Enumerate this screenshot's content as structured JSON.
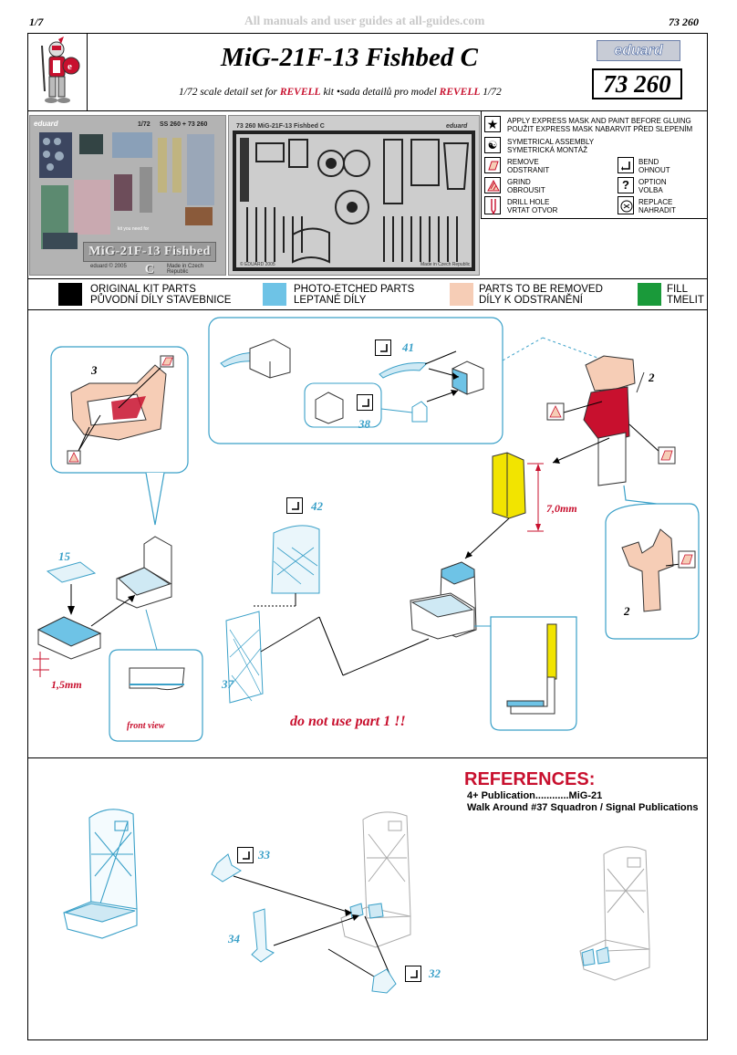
{
  "page": {
    "number": "1/7",
    "watermark": "All manuals and user guides at all-guides.com",
    "code_top": "73 260"
  },
  "header": {
    "title": "MiG-21F-13 Fishbed C",
    "subtitle_parts": [
      "1/72 scale detail set for ",
      "REVELL",
      " kit •sada detailů pro model ",
      "REVELL",
      " 1/72"
    ],
    "brand": "eduard",
    "code": "73 260"
  },
  "fret_left": {
    "label_scale": "1/72",
    "label_codes": "SS 260 + 73 260",
    "brand": "eduard",
    "name": "MiG-21F-13 Fishbed C",
    "copyright": "eduard © 2005",
    "made_in": "Made in Czech Republic",
    "kit_note": "kit you need for"
  },
  "fret_right": {
    "label": "73 260 MiG-21F-13 Fishbed C",
    "brand": "eduard",
    "copyright": "© EDUARD 2005",
    "made_in": "Made in Czech Republic"
  },
  "instructions": [
    {
      "icon": "star-icon",
      "lines": [
        "APPLY EXPRESS MASK AND PAINT BEFORE GLUING",
        "POUŽIT EXPRESS MASK NABARVIT PŘED SLEPENÍM"
      ]
    },
    {
      "icon": "yin-yang-icon",
      "lines": [
        "SYMETRICAL ASSEMBLY",
        "SYMETRICKÁ MONTÁŽ"
      ]
    },
    {
      "icon": "remove-icon",
      "lines": [
        "REMOVE",
        "ODSTRANIT"
      ]
    },
    {
      "icon": "bend-icon",
      "lines": [
        "BEND",
        "OHNOUT"
      ]
    },
    {
      "icon": "grind-icon",
      "lines": [
        "GRIND",
        "OBROUSIT"
      ]
    },
    {
      "icon": "option-icon",
      "lines": [
        "OPTION",
        "VOLBA"
      ]
    },
    {
      "icon": "drill-icon",
      "lines": [
        "DRILL HOLE",
        "VRTAT OTVOR"
      ]
    },
    {
      "icon": "replace-icon",
      "lines": [
        "REPLACE",
        "NAHRADIT"
      ]
    }
  ],
  "colour_legend": [
    {
      "color": "#000000",
      "lines": [
        "ORIGINAL KIT PARTS",
        "PŮVODNÍ DÍLY STAVEBNICE"
      ]
    },
    {
      "color": "#6ec3e6",
      "lines": [
        "PHOTO-ETCHED PARTS",
        "LEPTANÉ DÍLY"
      ]
    },
    {
      "color": "#f6cdb6",
      "lines": [
        "PARTS TO BE REMOVED",
        "DÍLY K ODSTRANĚNÍ"
      ]
    },
    {
      "color": "#1a9a3a",
      "lines": [
        "FILL",
        "TMELIT"
      ]
    }
  ],
  "step1": {
    "parts": {
      "p3": "3",
      "p2a": "2",
      "p2b": "2",
      "p41": "41",
      "p38": "38",
      "p42": "42",
      "p15": "15",
      "p37": "37"
    },
    "dim_height": "7,0mm",
    "dim_thickness": "1,5mm",
    "front_view": "front view",
    "warning": "do not use part 1 !!"
  },
  "references": {
    "title": "REFERENCES:",
    "lines": [
      "4+ Publication............MiG-21",
      "Walk Around #37 Squadron / Signal Publications"
    ]
  },
  "step2": {
    "parts": {
      "p33": "33",
      "p34": "34",
      "p32": "32"
    }
  },
  "colors": {
    "accent_red": "#c8102e",
    "pe_blue": "#6ec3e6",
    "remove_pink": "#f6cdb6",
    "fill_green": "#1a9a3a",
    "yellow": "#f2e400"
  }
}
